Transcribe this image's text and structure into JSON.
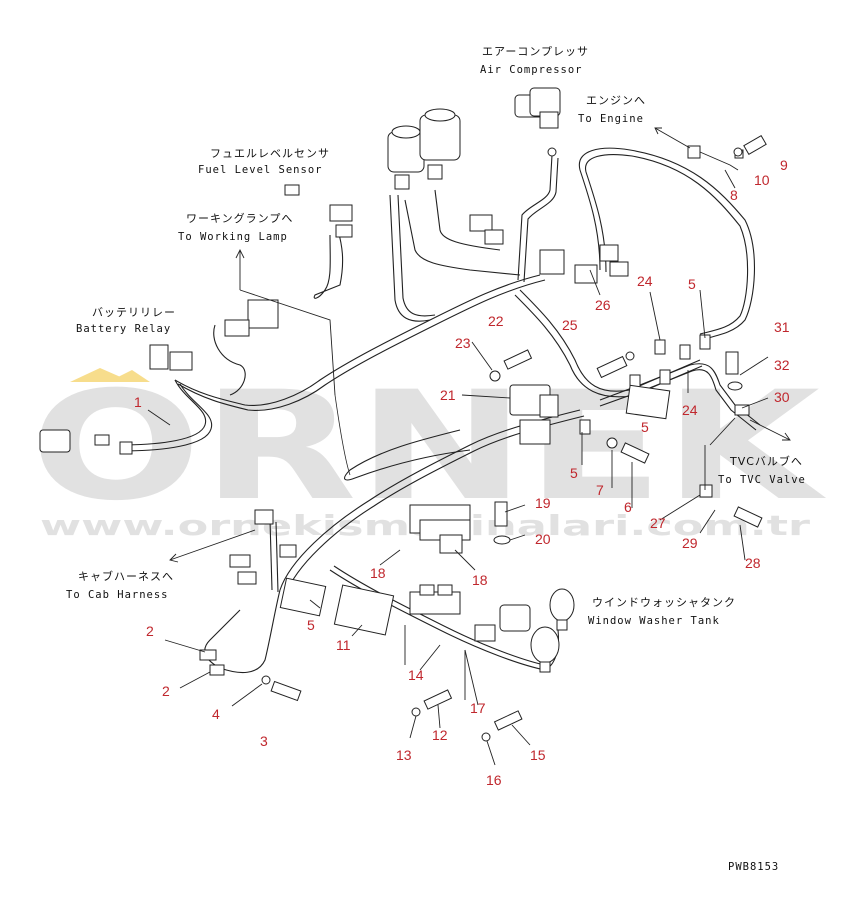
{
  "labels": {
    "air_compressor_jp": "エアーコンプレッサ",
    "air_compressor_en": "Air Compressor",
    "to_engine_jp": "エンジンへ",
    "to_engine_en": "To Engine",
    "fuel_level_jp": "フュエルレベルセンサ",
    "fuel_level_en": "Fuel Level Sensor",
    "working_lamp_jp": "ワーキングランプへ",
    "working_lamp_en": "To Working Lamp",
    "battery_relay_jp": "バッテリリレー",
    "battery_relay_en": "Battery Relay",
    "tvc_valve_jp": "TVCバルブへ",
    "tvc_valve_en": "To TVC Valve",
    "cab_harness_jp": "キャブハーネスへ",
    "cab_harness_en": "To Cab Harness",
    "washer_tank_jp": "ウインドウォッシャタンク",
    "washer_tank_en": "Window Washer Tank",
    "drawing_code": "PWB8153"
  },
  "watermark": {
    "brand": "ORNEK",
    "url": "www.ornekismakinalari.com.tr"
  },
  "callouts": [
    {
      "id": "c-1",
      "text": "1"
    },
    {
      "id": "c-2a",
      "text": "2"
    },
    {
      "id": "c-2b",
      "text": "2"
    },
    {
      "id": "c-3",
      "text": "3"
    },
    {
      "id": "c-4",
      "text": "4"
    },
    {
      "id": "c-5a",
      "text": "5"
    },
    {
      "id": "c-5b",
      "text": "5"
    },
    {
      "id": "c-5c",
      "text": "5"
    },
    {
      "id": "c-5d",
      "text": "5"
    },
    {
      "id": "c-6",
      "text": "6"
    },
    {
      "id": "c-7",
      "text": "7"
    },
    {
      "id": "c-8",
      "text": "8"
    },
    {
      "id": "c-9",
      "text": "9"
    },
    {
      "id": "c-10",
      "text": "10"
    },
    {
      "id": "c-11",
      "text": "11"
    },
    {
      "id": "c-12",
      "text": "12"
    },
    {
      "id": "c-13",
      "text": "13"
    },
    {
      "id": "c-14",
      "text": "14"
    },
    {
      "id": "c-15",
      "text": "15"
    },
    {
      "id": "c-16",
      "text": "16"
    },
    {
      "id": "c-17",
      "text": "17"
    },
    {
      "id": "c-18a",
      "text": "18"
    },
    {
      "id": "c-18b",
      "text": "18"
    },
    {
      "id": "c-19",
      "text": "19"
    },
    {
      "id": "c-20",
      "text": "20"
    },
    {
      "id": "c-21",
      "text": "21"
    },
    {
      "id": "c-22",
      "text": "22"
    },
    {
      "id": "c-23",
      "text": "23"
    },
    {
      "id": "c-24a",
      "text": "24"
    },
    {
      "id": "c-24b",
      "text": "24"
    },
    {
      "id": "c-25",
      "text": "25"
    },
    {
      "id": "c-26",
      "text": "26"
    },
    {
      "id": "c-27",
      "text": "27"
    },
    {
      "id": "c-28",
      "text": "28"
    },
    {
      "id": "c-29",
      "text": "29"
    },
    {
      "id": "c-30",
      "text": "30"
    },
    {
      "id": "c-31",
      "text": "31"
    },
    {
      "id": "c-32",
      "text": "32"
    }
  ],
  "colors": {
    "callout": "#c0272d",
    "watermark": "#c9c9c9",
    "watermark_accent": "#f2c230",
    "line": "#222222"
  }
}
